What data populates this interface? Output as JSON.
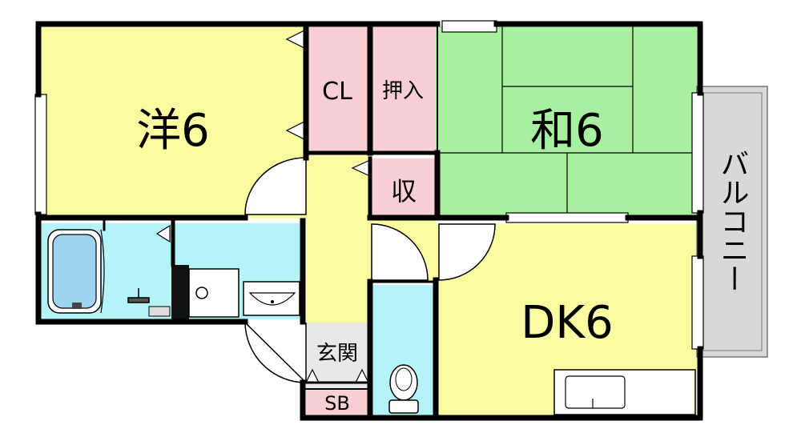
{
  "rooms": {
    "western": "洋6",
    "japanese": "和6",
    "dk": "DK6",
    "closet": "CL",
    "oshiire": "押入",
    "storage": "収",
    "balcony": "バルコニー",
    "genkan": "玄関",
    "shoebox": "SB"
  },
  "colors": {
    "wall": "#000000",
    "yellow_room": "#fafaa0",
    "tatami": "#a8f0a0",
    "closet_pink": "#f8cfd2",
    "wet_area_blue": "#b4f4f8",
    "genkan_tile": "#e8e8e8",
    "balcony_gray": "#d8d8d8",
    "fixture_white": "#ffffff"
  }
}
